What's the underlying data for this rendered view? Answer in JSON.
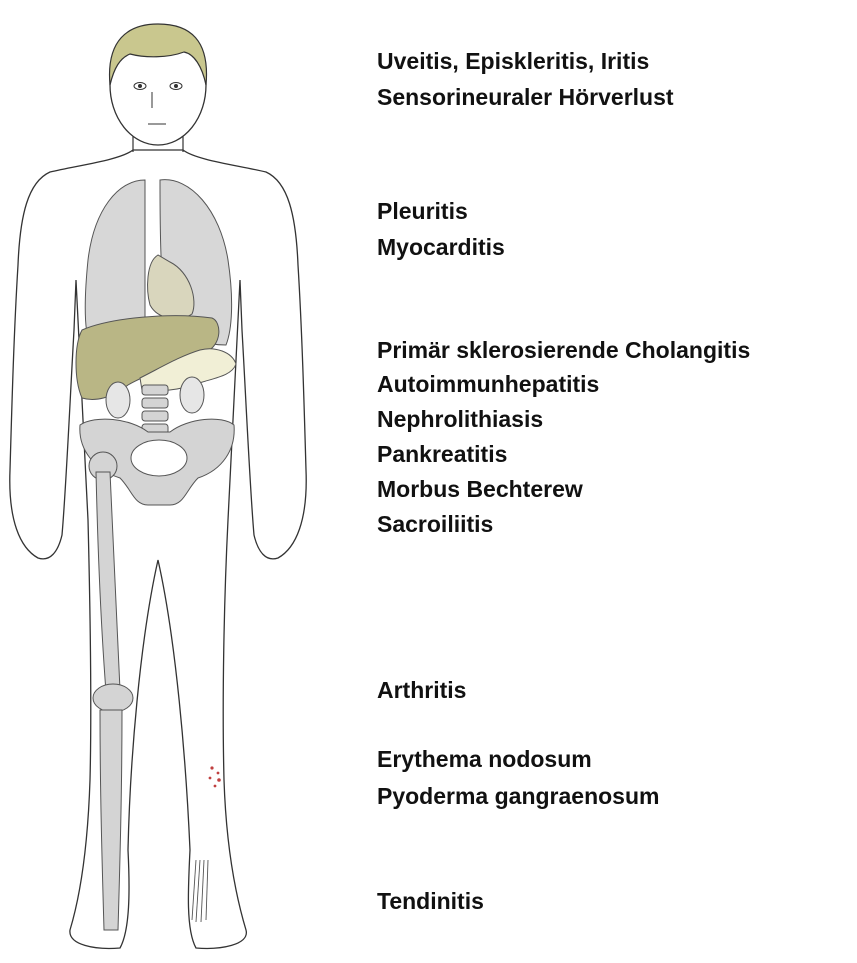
{
  "colors": {
    "hair": "#c9c78e",
    "lungs": "#d7d7d7",
    "heart": "#d9d6bd",
    "liver": "#b9b685",
    "pancreas": "#f1efd6",
    "bone": "#d4d4d4",
    "outline": "#333333",
    "skin_dots": "#c04040"
  },
  "labels": [
    {
      "id": "eyes",
      "lines": [
        "Uveitis, Episkleritis, Iritis",
        "Sensorineuraler Hörverlust"
      ]
    },
    {
      "id": "thorax",
      "lines": [
        "Pleuritis",
        "Myocarditis"
      ]
    },
    {
      "id": "abdomen",
      "lines": [
        "Primär sklerosierende Cholangitis",
        "Autoimmunhepatitis",
        "Nephrolithiasis",
        "Pankreatitis",
        "Morbus Bechterew",
        "Sacroiliitis"
      ]
    },
    {
      "id": "joints",
      "lines": [
        "Arthritis"
      ]
    },
    {
      "id": "skin",
      "lines": [
        "Erythema nodosum",
        "Pyoderma gangraenosum"
      ]
    },
    {
      "id": "tendons",
      "lines": [
        "Tendinitis"
      ]
    }
  ]
}
